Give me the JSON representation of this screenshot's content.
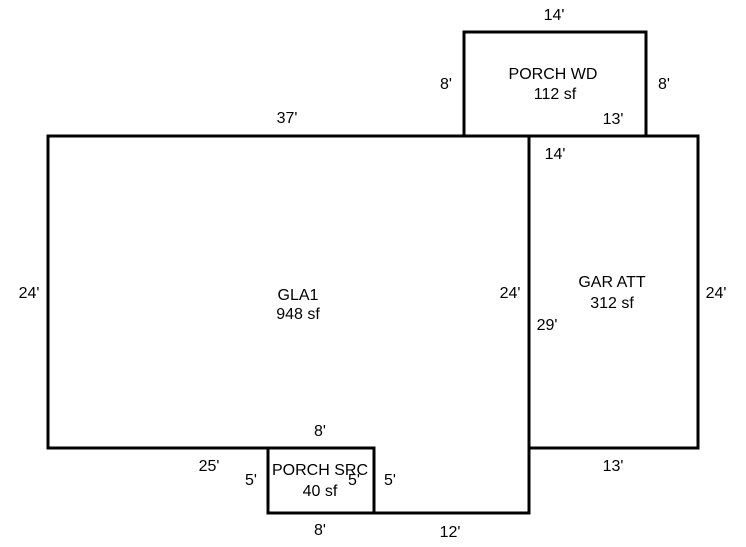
{
  "areas": {
    "gla1": {
      "name": "GLA1",
      "area": "948 sf"
    },
    "gar_att": {
      "name": "GAR ATT",
      "area": "312 sf"
    },
    "porch_wd": {
      "name": "PORCH WD",
      "area": "112 sf"
    },
    "porch_src": {
      "name": "PORCH SRC",
      "area": "40 sf"
    }
  },
  "dimensions": {
    "gla1_top": "37'",
    "gla1_left": "24'",
    "gla1_right": "24'",
    "gla1_bottom_left": "25'",
    "gla1_bottom_right": "12'",
    "gla1_lower_right": "29'",
    "porch_wd_top": "14'",
    "porch_wd_left": "8'",
    "porch_wd_right": "8'",
    "porch_wd_bottom": "13'",
    "gar_top": "14'",
    "gar_right": "24'",
    "gar_bottom": "13'",
    "porch_src_top": "8'",
    "porch_src_bottom": "8'",
    "porch_src_left": "5'",
    "porch_src_right_inner": "5'",
    "porch_src_right_outer": "5'"
  }
}
